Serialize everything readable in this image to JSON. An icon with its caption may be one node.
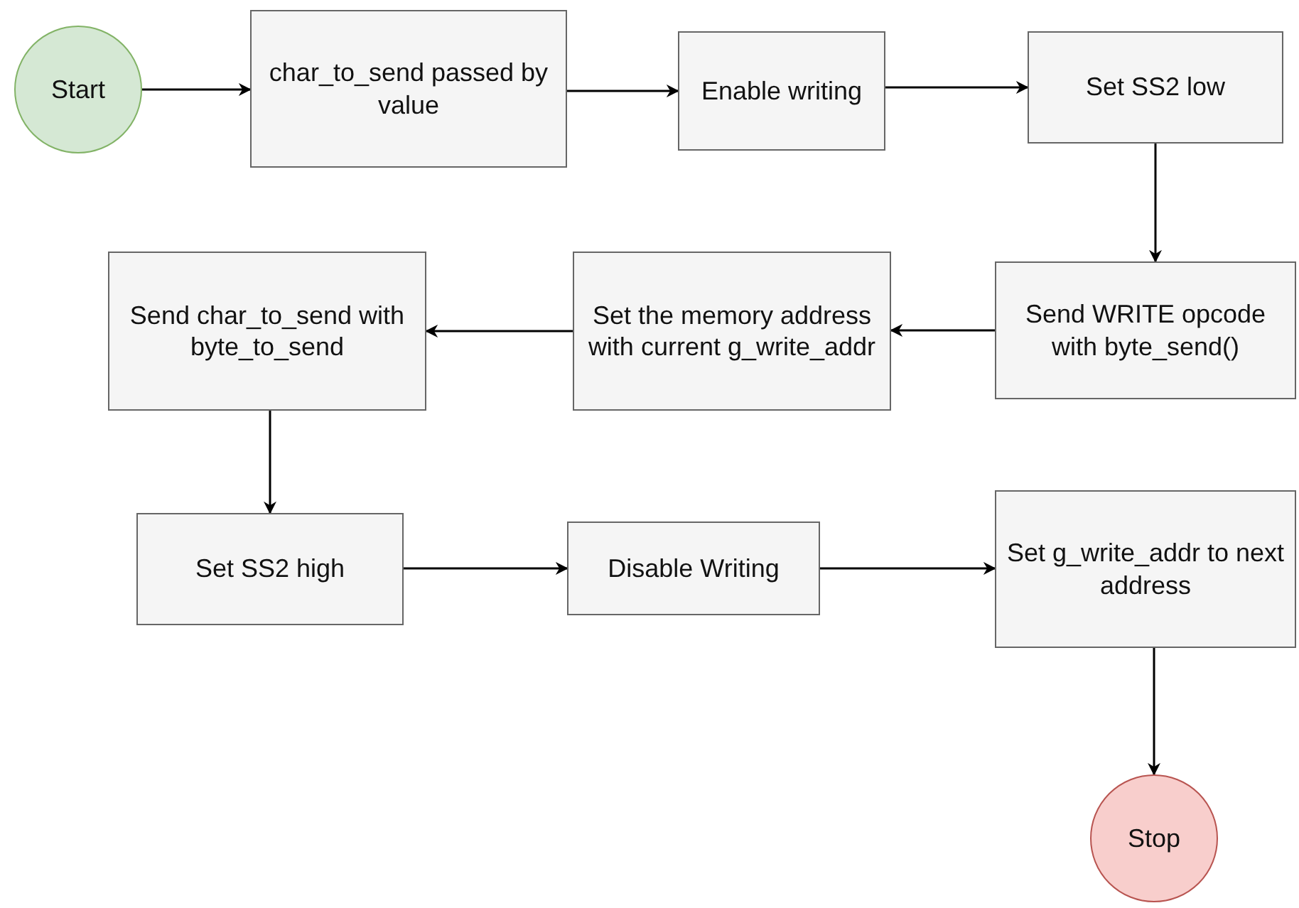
{
  "diagram": {
    "nodes": [
      {
        "text": [
          "Start"
        ]
      },
      {
        "text": [
          "char_to_send passed by value"
        ]
      },
      {
        "text": [
          "Enable writing"
        ]
      },
      {
        "text": [
          "Set SS2 low"
        ]
      },
      {
        "text": [
          "Send WRITE opcode with byte_send()"
        ]
      },
      {
        "text": [
          "Set the memory address with current g_write_addr"
        ]
      },
      {
        "text": [
          "Send char_to_send with byte_to_send"
        ]
      },
      {
        "text": [
          "Set SS2 high"
        ]
      },
      {
        "text": [
          "Disable Writing"
        ]
      },
      {
        "text": [
          "Set g_write_addr to next address"
        ]
      },
      {
        "text": [
          "Stop"
        ]
      }
    ],
    "edges": [
      {
        "from": 0,
        "to": 1,
        "arrow": "to"
      },
      {
        "from": 1,
        "to": 2,
        "arrow": "to"
      },
      {
        "from": 2,
        "to": 3,
        "arrow": "to"
      },
      {
        "from": 3,
        "to": 4,
        "arrow": "to"
      },
      {
        "from": 4,
        "to": 5,
        "arrow": "to"
      },
      {
        "from": 5,
        "to": 6,
        "arrow": "to"
      },
      {
        "from": 6,
        "to": 7,
        "arrow": "to"
      },
      {
        "from": 7,
        "to": 8,
        "arrow": "to"
      },
      {
        "from": 8,
        "to": 9,
        "arrow": "to"
      },
      {
        "from": 9,
        "to": 10,
        "arrow": "to"
      }
    ]
  }
}
